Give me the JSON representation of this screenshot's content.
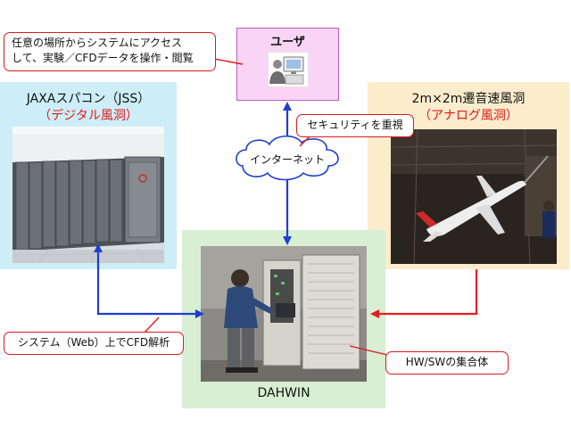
{
  "user_box": {
    "label": "ユーザ",
    "icon": "computer-user-icon",
    "bg": "#f9d4f4",
    "border": "#c45bb9"
  },
  "callout_user_access": {
    "line1": "任意の場所からシステムにアクセス",
    "line2": "して、実験／CFDデータを操作・閲覧"
  },
  "jss_panel": {
    "title": "JAXAスパコン（JSS）",
    "subtitle": "（デジタル風洞）",
    "bg": "#cdeef7"
  },
  "tunnel_panel": {
    "title": "2m×2m遷音速風洞",
    "subtitle": "（アナログ風洞）",
    "bg": "#fbeccc"
  },
  "security_callout": {
    "label": "セキュリティを重視"
  },
  "internet_cloud": {
    "label": "インターネット"
  },
  "dahwin_panel": {
    "label": "DAHWIN",
    "bg": "#d8efd3"
  },
  "web_cfd_callout": {
    "label": "システム（Web）上でCFD解析"
  },
  "hwsw_callout": {
    "label": "HW/SWの集合体"
  },
  "colors": {
    "accent_red": "#e0191b",
    "arrow_blue": "#1e3fd0",
    "arrow_red": "#e81c1c"
  }
}
